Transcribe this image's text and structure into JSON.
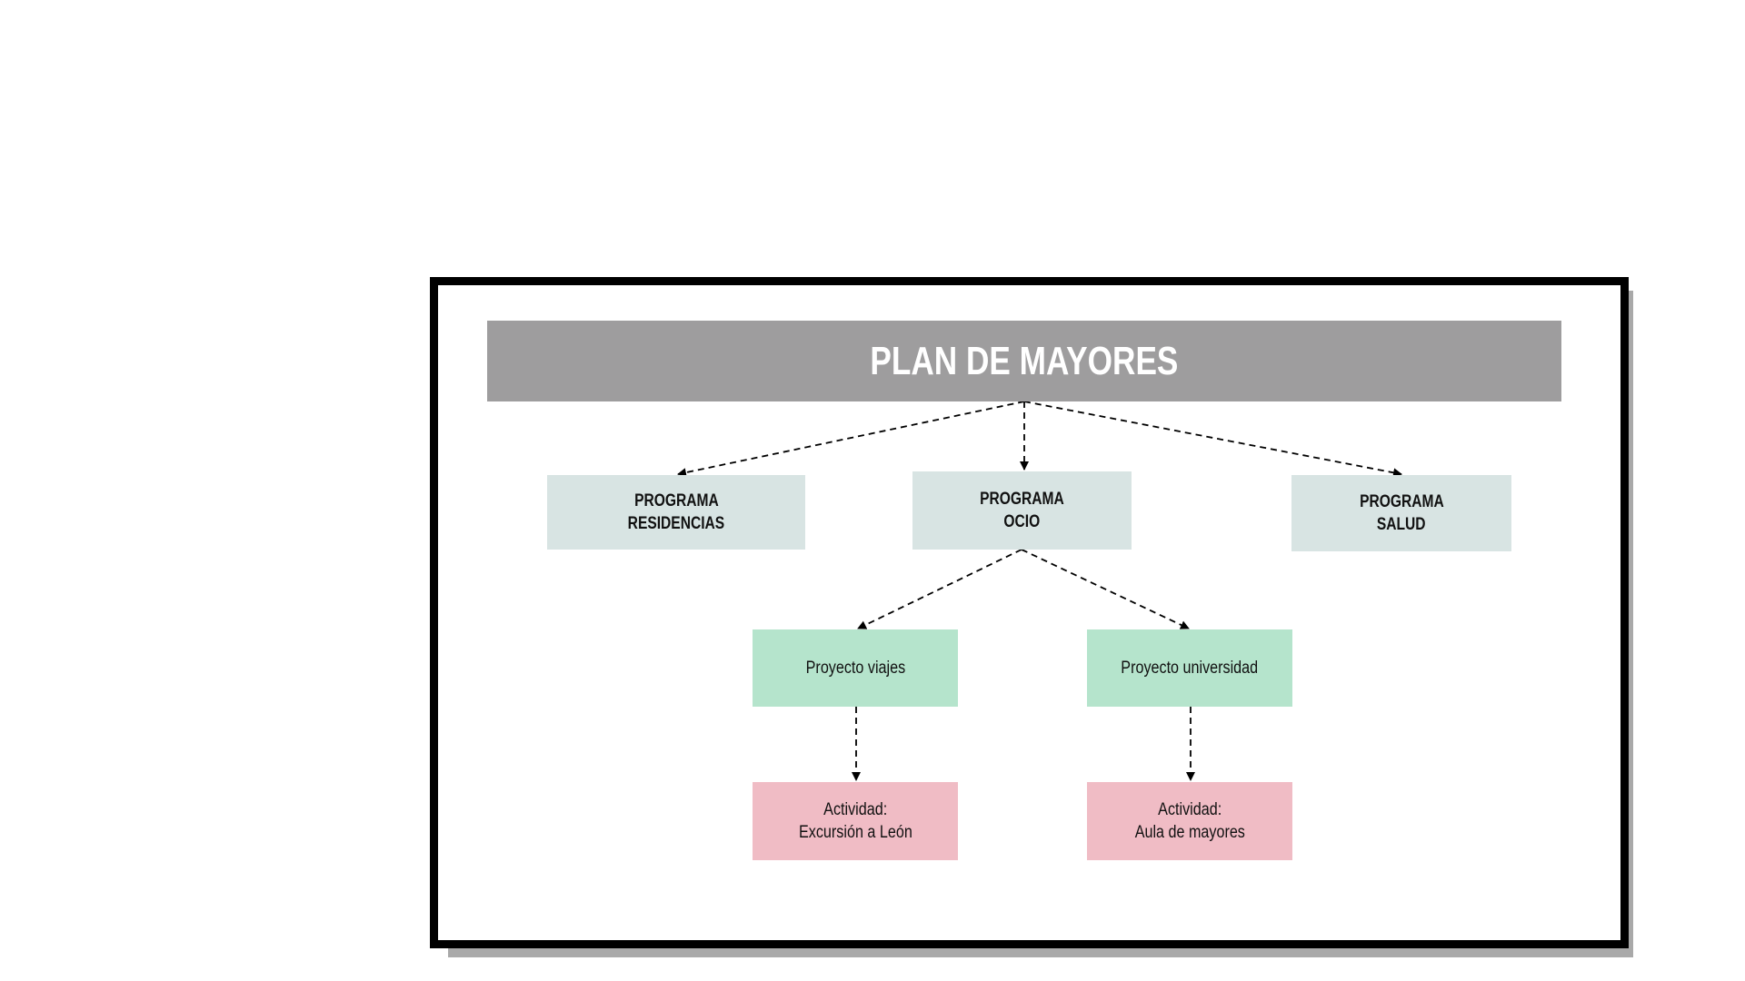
{
  "title": "PLAN DE MAYORES",
  "programs": [
    {
      "line1": "PROGRAMA",
      "line2": "RESIDENCIAS"
    },
    {
      "line1": "PROGRAMA",
      "line2": "OCIO"
    },
    {
      "line1": "PROGRAMA",
      "line2": "SALUD"
    }
  ],
  "projects": [
    {
      "label": "Proyecto viajes"
    },
    {
      "label": "Proyecto universidad"
    }
  ],
  "activities": [
    {
      "line1": "Actividad:",
      "line2": "Excursión a León"
    },
    {
      "line1": "Actividad:",
      "line2": "Aula de mayores"
    }
  ],
  "colors": {
    "header": "#9e9d9e",
    "program": "#d8e4e3",
    "project": "#b5e4cc",
    "activity": "#f0bcc5"
  }
}
